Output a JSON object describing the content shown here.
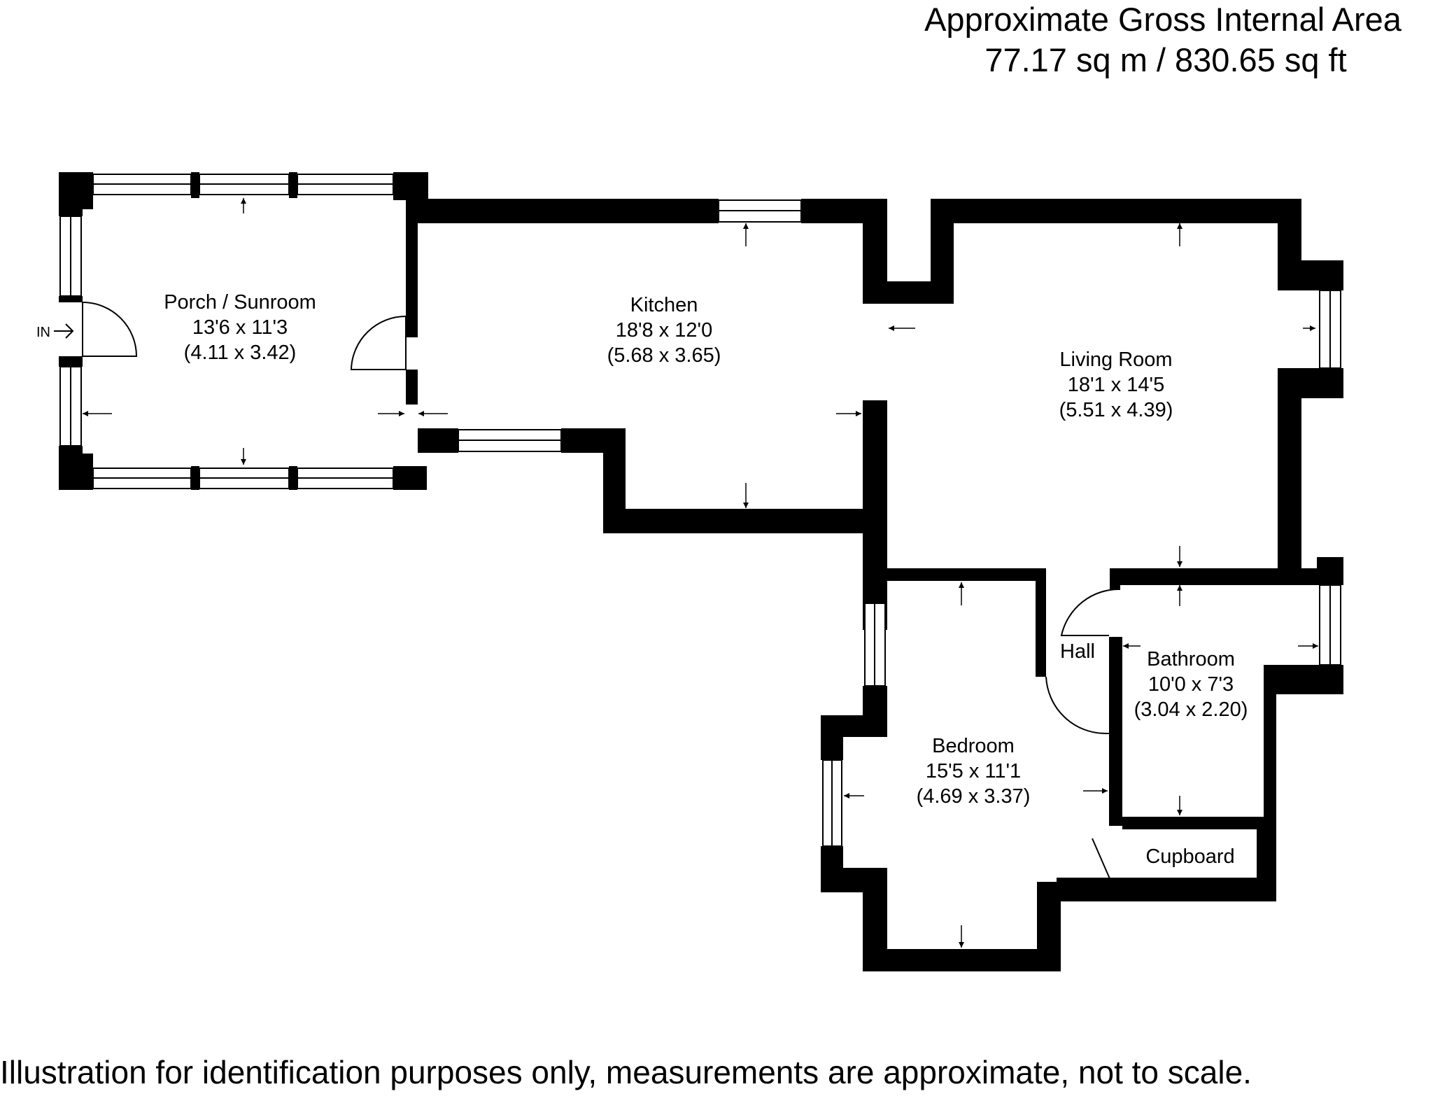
{
  "header": {
    "line1": "Approximate Gross Internal Area",
    "line2": "77.17 sq m / 830.65 sq ft"
  },
  "entrance_label": "IN",
  "rooms": {
    "porch": {
      "name": "Porch / Sunroom",
      "imperial": "13'6 x 11'3",
      "metric": "(4.11 x 3.42)"
    },
    "kitchen": {
      "name": "Kitchen",
      "imperial": "18'8 x 12'0",
      "metric": "(5.68 x 3.65)"
    },
    "living": {
      "name": "Living Room",
      "imperial": "18'1 x 14'5",
      "metric": "(5.51 x 4.39)"
    },
    "hall": {
      "name": "Hall"
    },
    "bathroom": {
      "name": "Bathroom",
      "imperial": "10'0 x 7'3",
      "metric": "(3.04 x 2.20)"
    },
    "bedroom": {
      "name": "Bedroom",
      "imperial": "15'5 x 11'1",
      "metric": "(4.69 x 3.37)"
    },
    "cupboard": {
      "name": "Cupboard"
    }
  },
  "disclaimer": "Illustration for identification purposes only, measurements are approximate, not to scale.",
  "colors": {
    "wall": "#000000",
    "background": "#ffffff"
  }
}
